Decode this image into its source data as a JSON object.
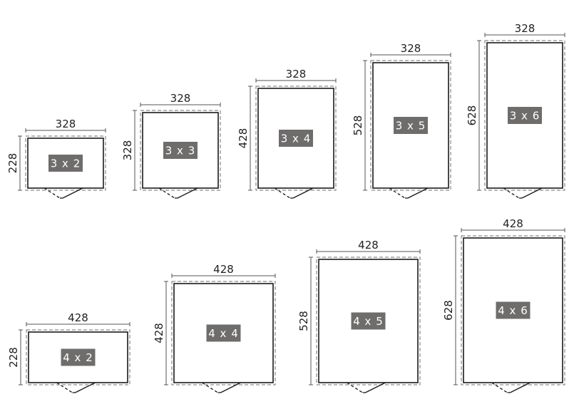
{
  "colors": {
    "outline": "#1a1a1a",
    "dashed": "#8a8a8a",
    "dim_line": "#555555",
    "badge_fill": "#6f6c6c",
    "badge_text": "#ffffff"
  },
  "sheds": [
    {
      "size_label": "3x2",
      "width_label": "328",
      "depth_label": "228"
    },
    {
      "size_label": "3x3",
      "width_label": "328",
      "depth_label": "328"
    },
    {
      "size_label": "3x4",
      "width_label": "328",
      "depth_label": "428"
    },
    {
      "size_label": "3x5",
      "width_label": "328",
      "depth_label": "528"
    },
    {
      "size_label": "3x6",
      "width_label": "328",
      "depth_label": "628"
    },
    {
      "size_label": "4x2",
      "width_label": "428",
      "depth_label": "228"
    },
    {
      "size_label": "4x4",
      "width_label": "428",
      "depth_label": "428"
    },
    {
      "size_label": "4x5",
      "width_label": "428",
      "depth_label": "528"
    },
    {
      "size_label": "4x6",
      "width_label": "428",
      "depth_label": "628"
    }
  ]
}
